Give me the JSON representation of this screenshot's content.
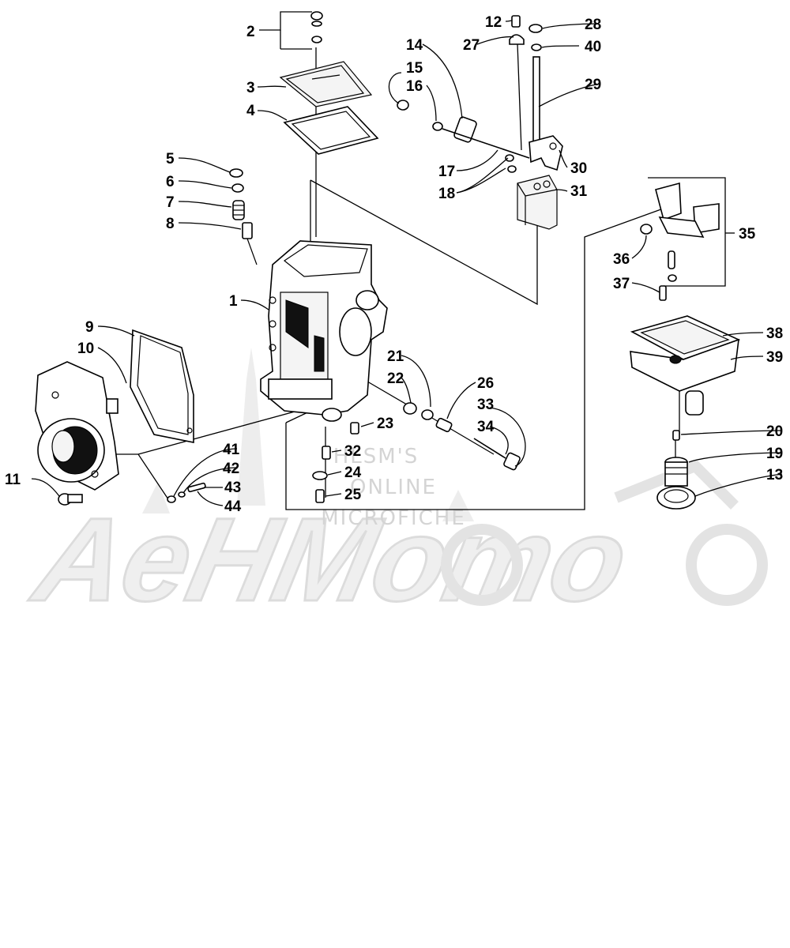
{
  "watermark": {
    "line1": "HLSM'S",
    "line2": "ONLINE",
    "line3": "MICROFICHE",
    "logo": "AeHMomo"
  },
  "callouts": {
    "c1": "1",
    "c2": "2",
    "c3": "3",
    "c4": "4",
    "c5": "5",
    "c6": "6",
    "c7": "7",
    "c8": "8",
    "c9": "9",
    "c10": "10",
    "c11": "11",
    "c12": "12",
    "c13": "13",
    "c14": "14",
    "c15": "15",
    "c16": "16",
    "c17": "17",
    "c18": "18",
    "c19": "19",
    "c20": "20",
    "c21": "21",
    "c22": "22",
    "c23": "23",
    "c24": "24",
    "c25": "25",
    "c26": "26",
    "c27": "27",
    "c28": "28",
    "c29": "29",
    "c30": "30",
    "c31": "31",
    "c32": "32",
    "c33": "33",
    "c34": "34",
    "c35": "35",
    "c36": "36",
    "c37": "37",
    "c38": "38",
    "c39": "39",
    "c40": "40",
    "c41": "41",
    "c42": "42",
    "c43": "43",
    "c44": "44"
  }
}
